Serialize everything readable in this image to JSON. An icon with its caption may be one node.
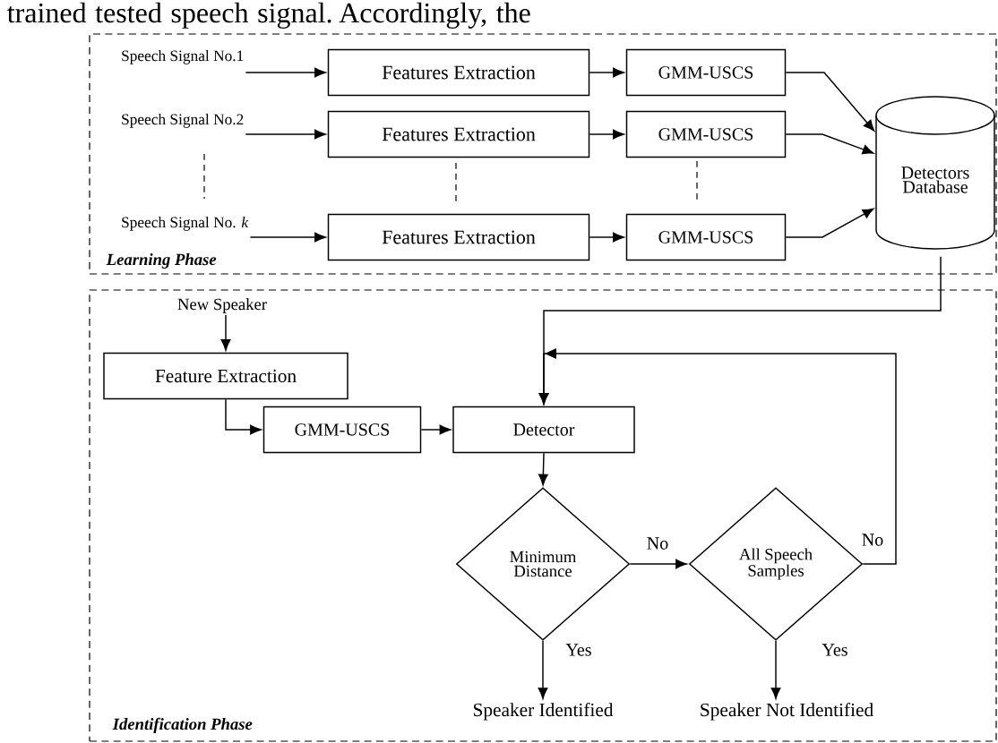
{
  "diagram": {
    "nodes": [
      {
        "text": [
          "Learning Phase"
        ]
      },
      {
        "text": [
          "Speech Signal No.1"
        ],
        "in": 0
      },
      {
        "text": [
          "Features  Extraction"
        ],
        "in": 0
      },
      {
        "text": [
          "GMM-USCS"
        ],
        "in": 0
      },
      {
        "text": [
          "Speech Signal No.2"
        ],
        "in": 0
      },
      {
        "text": [
          "Features  Extraction"
        ],
        "in": 0
      },
      {
        "text": [
          "GMM-USCS"
        ],
        "in": 0
      },
      {
        "text": [
          "Speech Signal No. *k*"
        ],
        "in": 0
      },
      {
        "text": [
          "Features  Extraction"
        ],
        "in": 0
      },
      {
        "text": [
          "GMM-USCS"
        ],
        "in": 0
      },
      {
        "text": [
          "Detectors Database"
        ],
        "in": 0
      },
      {
        "text": [
          "Identification Phase"
        ]
      },
      {
        "text": [
          "New Speaker"
        ],
        "in": 11
      },
      {
        "text": [
          "Feature  Extraction"
        ],
        "in": 11
      },
      {
        "text": [
          "GMM-USCS"
        ],
        "in": 11
      },
      {
        "text": [
          "Detector"
        ],
        "in": 11
      },
      {
        "text": [
          "Minimum Distance"
        ],
        "in": 11
      },
      {
        "text": [
          "All Speech Samples"
        ],
        "in": 11
      },
      {
        "text": [
          "Speaker Identified"
        ],
        "in": 11
      },
      {
        "text": [
          "Speaker Not Identified"
        ],
        "in": 11
      }
    ],
    "edges": [
      {
        "from": 1,
        "to": 2,
        "arrow": "to"
      },
      {
        "from": 2,
        "to": 3,
        "arrow": "to"
      },
      {
        "from": 3,
        "to": 10,
        "arrow": "to"
      },
      {
        "from": 4,
        "to": 5,
        "arrow": "to"
      },
      {
        "from": 5,
        "to": 6,
        "arrow": "to"
      },
      {
        "from": 6,
        "to": 10,
        "arrow": "to"
      },
      {
        "from": 7,
        "to": 8,
        "arrow": "to"
      },
      {
        "from": 8,
        "to": 9,
        "arrow": "to"
      },
      {
        "from": 9,
        "to": 10,
        "arrow": "to"
      },
      {
        "from": 10,
        "to": 15,
        "arrow": "to"
      },
      {
        "from": 12,
        "to": 13,
        "arrow": "to"
      },
      {
        "from": 13,
        "to": 14,
        "arrow": "to"
      },
      {
        "from": 14,
        "to": 15,
        "arrow": "to"
      },
      {
        "from": 15,
        "to": 16,
        "arrow": "to"
      },
      {
        "from": 16,
        "to": 17,
        "label": "No",
        "arrow": "to"
      },
      {
        "from": 17,
        "to": 15,
        "label": "No",
        "arrow": "to"
      },
      {
        "from": 16,
        "to": 18,
        "label": "Yes",
        "arrow": "to"
      },
      {
        "from": 17,
        "to": 19,
        "label": "Yes",
        "arrow": "to"
      }
    ],
    "labels": [
      "trained tested speech signal. Accordingly, the"
    ]
  }
}
